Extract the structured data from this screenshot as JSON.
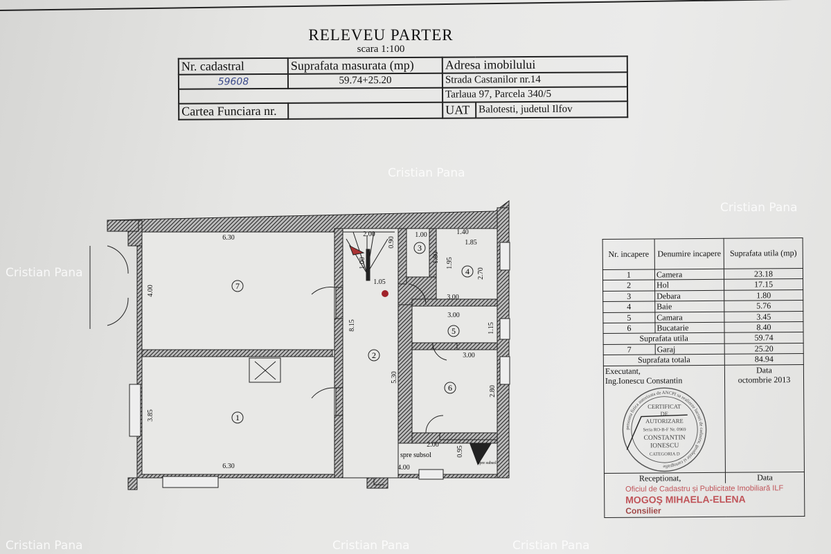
{
  "document": {
    "title": "RELEVEU PARTER",
    "scale": "scara 1:100"
  },
  "header_table": {
    "cadastral_label": "Nr. cadastral",
    "cadastral_value": "59608",
    "area_label": "Suprafata masurata (mp)",
    "area_value": "59.74+25.20",
    "address_label": "Adresa imobilului",
    "address_line1": "Strada Castanilor nr.14",
    "address_line2": "Tarlaua 97, Parcela 340/5",
    "uat_label": "UAT",
    "uat_value": "Balotesti, judetul Ilfov",
    "carte_funciara_label": "Cartea Funciara nr."
  },
  "floor_plan": {
    "room_numbers": [
      "1",
      "2",
      "3",
      "4",
      "5",
      "6",
      "7"
    ],
    "dimensions": [
      "6.30",
      "4.00",
      "6.30",
      "3.85",
      "8.15",
      "5.30",
      "2.00",
      "0.90",
      "1.00",
      "1.05",
      "1.00",
      "1.80",
      "1.40",
      "1.85",
      "1.95",
      "2.70",
      "3.00",
      "3.00",
      "1.15",
      "3.00",
      "2.80",
      "2.00",
      "0.95",
      "4.00"
    ],
    "labels": {
      "basement": "spre subsol",
      "basement_small": "spre subsol"
    }
  },
  "rooms_table": {
    "headers": [
      "Nr. incapere",
      "Denumire incapere",
      "Suprafata utila (mp)"
    ],
    "rows": [
      {
        "nr": "1",
        "name": "Camera",
        "area": "23.18"
      },
      {
        "nr": "2",
        "name": "Hol",
        "area": "17.15"
      },
      {
        "nr": "3",
        "name": "Debara",
        "area": "1.80"
      },
      {
        "nr": "4",
        "name": "Baie",
        "area": "5.76"
      },
      {
        "nr": "5",
        "name": "Camara",
        "area": "3.45"
      },
      {
        "nr": "6",
        "name": "Bucatarie",
        "area": "8.40"
      }
    ],
    "useful_label": "Suprafata utila",
    "useful_value": "59.74",
    "garage": {
      "nr": "7",
      "name": "Garaj",
      "area": "25.20"
    },
    "total_label": "Suprafata totala",
    "total_value": "84.94",
    "executant_label": "Executant,",
    "executant_name": "Ing.Ionescu Constantin",
    "date_label": "Data",
    "date_value": "octombrie 2013",
    "received_label": "Receptionat,",
    "received_date_label": "Data"
  },
  "stamp": {
    "line1": "CERTIFICAT",
    "line2": "DE",
    "line3": "AUTORIZARE",
    "series": "Seria RO-B-F Nr. 0969",
    "name1": "CONSTANTIN",
    "name2": "IONESCU",
    "category": "CATEGORIA D",
    "ring": "persoana fizica autorizata de ANCPI sa realizeze lucrari de cadastru, geodezie si cartografie"
  },
  "ocpi_stamp": {
    "office": "Oficiul de Cadastru și Publicitate Imobiliară ILF",
    "name": "MOGOŞ MIHAELA-ELENA",
    "role": "Consilier"
  },
  "watermark": "Cristian Pana"
}
